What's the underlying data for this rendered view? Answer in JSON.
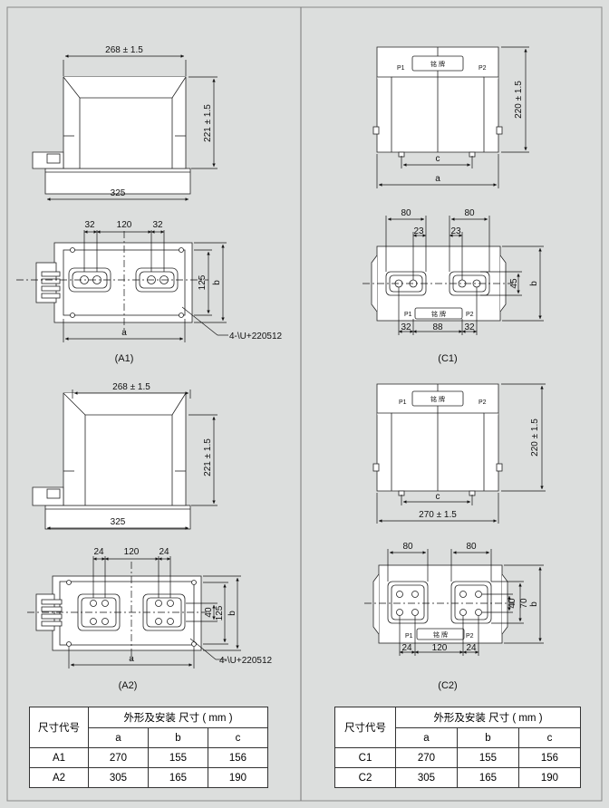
{
  "dims": {
    "width_tol": "268 ± 1.5",
    "height_tol": "221 ± 1.5",
    "base_len": "325",
    "a": "a",
    "b": "b",
    "c": "c",
    "a1_hole_gap": "32",
    "a1_center": "120",
    "a1_125": "125",
    "a2_hole_gap": "24",
    "a2_center": "120",
    "a2_40": "40",
    "hole_note": "4-\\U+220512",
    "c_height_tol": "220 ± 1.5",
    "c2_width_tol": "270 ± 1.5",
    "c_80": "80",
    "c1_23": "23",
    "c1_45": "45",
    "c1_32": "32",
    "c1_88": "88",
    "c2_24": "24",
    "c2_120": "120",
    "c2_40": "40",
    "c2_70": "70",
    "p1": "P1",
    "p2": "P2",
    "nameplate": "铭    牌"
  },
  "captions": {
    "a1": "(A1)",
    "a2": "(A2)",
    "c1": "(C1)",
    "c2": "(C2)"
  },
  "table_left": {
    "code_header": "尺寸代号",
    "group_header": "外形及安装 尺寸 ( mm )",
    "cols": [
      "a",
      "b",
      "c"
    ],
    "rows": [
      {
        "code": "A1",
        "a": "270",
        "b": "155",
        "c": "156"
      },
      {
        "code": "A2",
        "a": "305",
        "b": "165",
        "c": "190"
      }
    ]
  },
  "table_right": {
    "code_header": "尺寸代号",
    "group_header": "外形及安装 尺寸 ( mm )",
    "cols": [
      "a",
      "b",
      "c"
    ],
    "rows": [
      {
        "code": "C1",
        "a": "270",
        "b": "155",
        "c": "156"
      },
      {
        "code": "C2",
        "a": "305",
        "b": "165",
        "c": "190"
      }
    ]
  }
}
